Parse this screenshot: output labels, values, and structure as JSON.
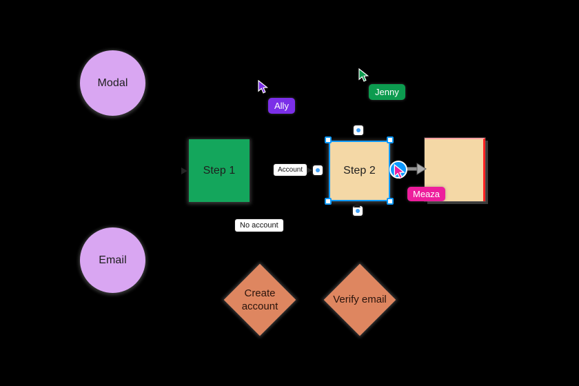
{
  "canvas": {
    "background": "#000000"
  },
  "nodes": {
    "modal": {
      "label": "Modal",
      "fill": "#D9A6F2"
    },
    "email": {
      "label": "Email",
      "fill": "#D9A6F2"
    },
    "step1": {
      "label": "Step 1",
      "fill": "#14A65C"
    },
    "step2": {
      "label": "Step 2",
      "fill": "#F4D8A6"
    },
    "new_shape": {
      "fill": "#F4D8A6",
      "outline_top": "#FFA3A3",
      "outline_right": "#FF2222"
    },
    "create_account": {
      "label": "Create account",
      "fill": "#DE8660"
    },
    "verify_email": {
      "label": "Verify email",
      "fill": "#DE8660"
    }
  },
  "connector_labels": {
    "account": "Account",
    "no_account": "No account"
  },
  "selection": {
    "color": "#0D99FF",
    "connector_button_glyph": "→"
  },
  "cursors": {
    "ally": {
      "name": "Ally",
      "color": "#7B2FE8"
    },
    "jenny": {
      "name": "Jenny",
      "color": "#0C9B4F"
    },
    "meaza": {
      "name": "Meaza",
      "color": "#ED1E9C"
    }
  }
}
